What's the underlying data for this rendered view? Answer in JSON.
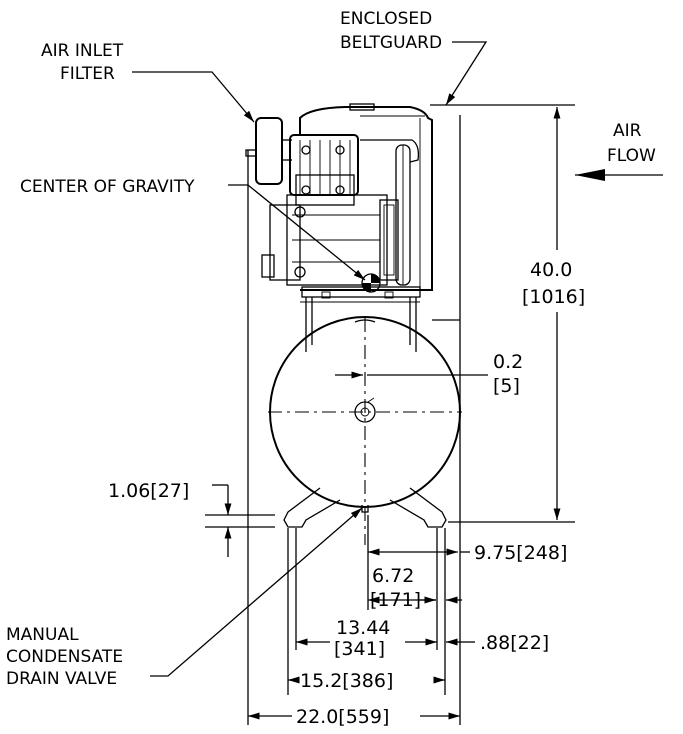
{
  "labels": {
    "enclosed_beltguard": [
      "ENCLOSED",
      "BELTGUARD"
    ],
    "air_inlet_filter": [
      "AIR INLET",
      "FILTER"
    ],
    "center_of_gravity": "CENTER OF GRAVITY",
    "air_flow": [
      "AIR",
      "FLOW"
    ],
    "manual_condensate_drain_valve": [
      "MANUAL",
      "CONDENSATE",
      "DRAIN VALVE"
    ]
  },
  "dimensions": {
    "height": [
      "40.0",
      "[1016]"
    ],
    "cog_offset": [
      "0.2",
      "[5]"
    ],
    "foot_height": "1.06[27]",
    "half_width": "9.75[248]",
    "drain_offset": [
      "6.72",
      "[171]"
    ],
    "foot_span_inner": [
      "13.44",
      "[341]"
    ],
    "foot_width": ".88[22]",
    "foot_span_outer": "15.2[386]",
    "overall_width": "22.0[559]"
  }
}
